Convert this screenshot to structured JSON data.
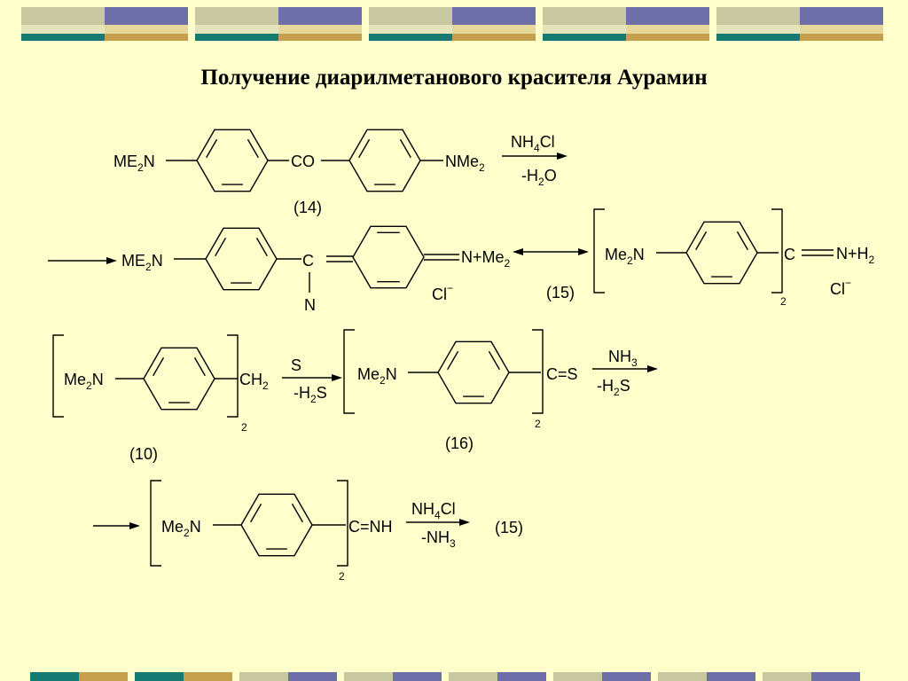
{
  "title": "Получение диарилметанового красителя Аурамин",
  "colors": {
    "background": "#FFFFCC",
    "banner_gray": "#C8C8A0",
    "banner_purple": "#6E6EA8",
    "banner_light": "#E4E4BC",
    "banner_cream": "#E6D79A",
    "banner_teal": "#147A72",
    "banner_gold": "#C4A04E"
  },
  "labels": {
    "me2n_a": {
      "main": "ME",
      "sub": "2",
      "tail": "N"
    },
    "me2n_b": {
      "main": "Me",
      "sub": "2",
      "tail": "N"
    },
    "nme2": {
      "main": "NMe",
      "sub": "2"
    },
    "co": "CO",
    "nh4cl": {
      "main": "NH",
      "sub": "4",
      "tail": "Cl"
    },
    "minus_h2o": {
      "main": "-H",
      "sub": "2",
      "tail": "O"
    },
    "c": "C",
    "n": "N",
    "n_plus_me2": {
      "main": "N+Me",
      "sub": "2"
    },
    "n_plus_h2": {
      "main": "N+H",
      "sub": "2"
    },
    "cl_minus": {
      "main": "Cl",
      "sup": "−"
    },
    "ch2": {
      "main": "CH",
      "sub": "2"
    },
    "s": "S",
    "minus_h2s": {
      "main": "-H",
      "sub": "2",
      "tail": "S"
    },
    "c_eq_s": "C=S",
    "nh3": {
      "main": "NH",
      "sub": "3"
    },
    "c_eq_nh": "C=NH",
    "minus_nh3": {
      "main": "-NH",
      "sub": "3"
    },
    "sub_two": "2",
    "num_14": "(14)",
    "num_15": "(15)",
    "num_10": "(10)",
    "num_16": "(16)"
  }
}
